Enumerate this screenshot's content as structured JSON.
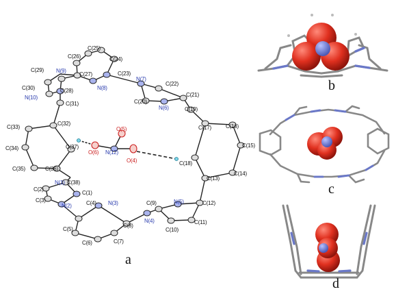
{
  "panels": {
    "a": "a",
    "b": "b",
    "c": "c",
    "d": "d"
  },
  "atoms": {
    "C1": "C(1)",
    "C2": "C(2)",
    "C3": "C(3)",
    "C4": "C(4)",
    "C5": "C(5)",
    "C6": "C(6)",
    "C7": "C(7)",
    "C8": "C(8)",
    "C9": "C(9)",
    "C10": "C(10)",
    "C11": "C(11)",
    "C12": "C(12)",
    "C13": "C(13)",
    "C14": "C(14)",
    "C15": "C(15)",
    "C16": "C(16)",
    "C17": "C(17)",
    "C18": "C(18)",
    "C19": "C(19)",
    "C20": "C(20)",
    "C21": "C(21)",
    "C22": "C(22)",
    "C23": "C(23)",
    "C24": "C(24)",
    "C25": "C(25)",
    "C26": "C(26)",
    "C27": "C(27)",
    "C28": "C(28)",
    "C29": "C(29)",
    "C30": "C(30)",
    "C31": "C(31)",
    "C32": "C(32)",
    "C33": "C(33)",
    "C34": "C(34)",
    "C35": "C(35)",
    "C36": "C(36)",
    "C37": "C(37)",
    "C38": "C(38)",
    "N1": "N(1)",
    "N2": "N(2)",
    "N3": "N(3)",
    "N4": "N(4)",
    "N5": "N(5)",
    "N6": "N(6)",
    "N7": "N(7)",
    "N8": "N(8)",
    "N9": "N(9)",
    "N10": "N(10)",
    "N12": "N(12)",
    "O4": "O(4)",
    "O5": "O(5)",
    "O6": "O(6)"
  },
  "colors": {
    "oxygen": "#dd2a1c",
    "nitrogen": "#6a78c8",
    "carbon": "#888888",
    "bond": "#222222"
  }
}
